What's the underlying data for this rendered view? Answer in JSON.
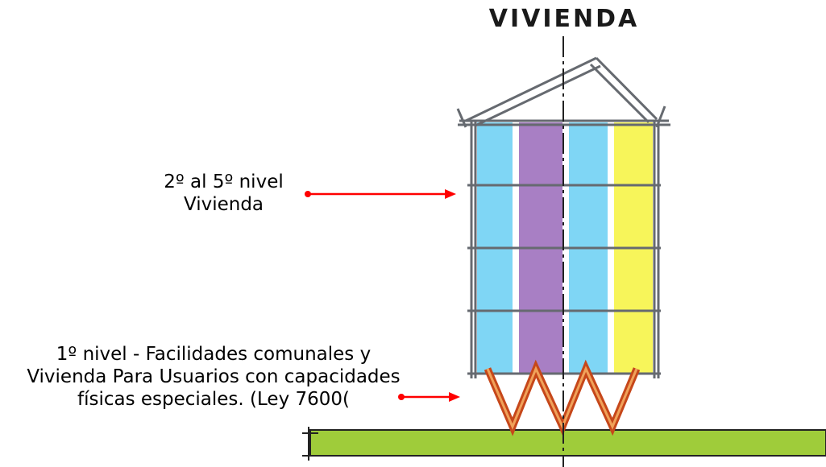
{
  "title": "VIVIENDA",
  "labels": {
    "upper": {
      "line1": "2º al 5º nivel",
      "line2": "Vivienda"
    },
    "lower": {
      "line1": "1º nivel  -  Facilidades comunales y",
      "line2": "Vivienda Para Usuarios con capacidades",
      "line3": "físicas especiales. (Ley 7600("
    }
  },
  "colors": {
    "band_blue": "#7fd6f5",
    "band_purple": "#a87fc4",
    "band_yellow": "#f7f55a",
    "ground": "#9fcc3a",
    "arrow": "#ff0000",
    "pilotis_outer": "#c6471a",
    "pilotis_inner": "#f0a25a",
    "structure": "#666a70"
  }
}
